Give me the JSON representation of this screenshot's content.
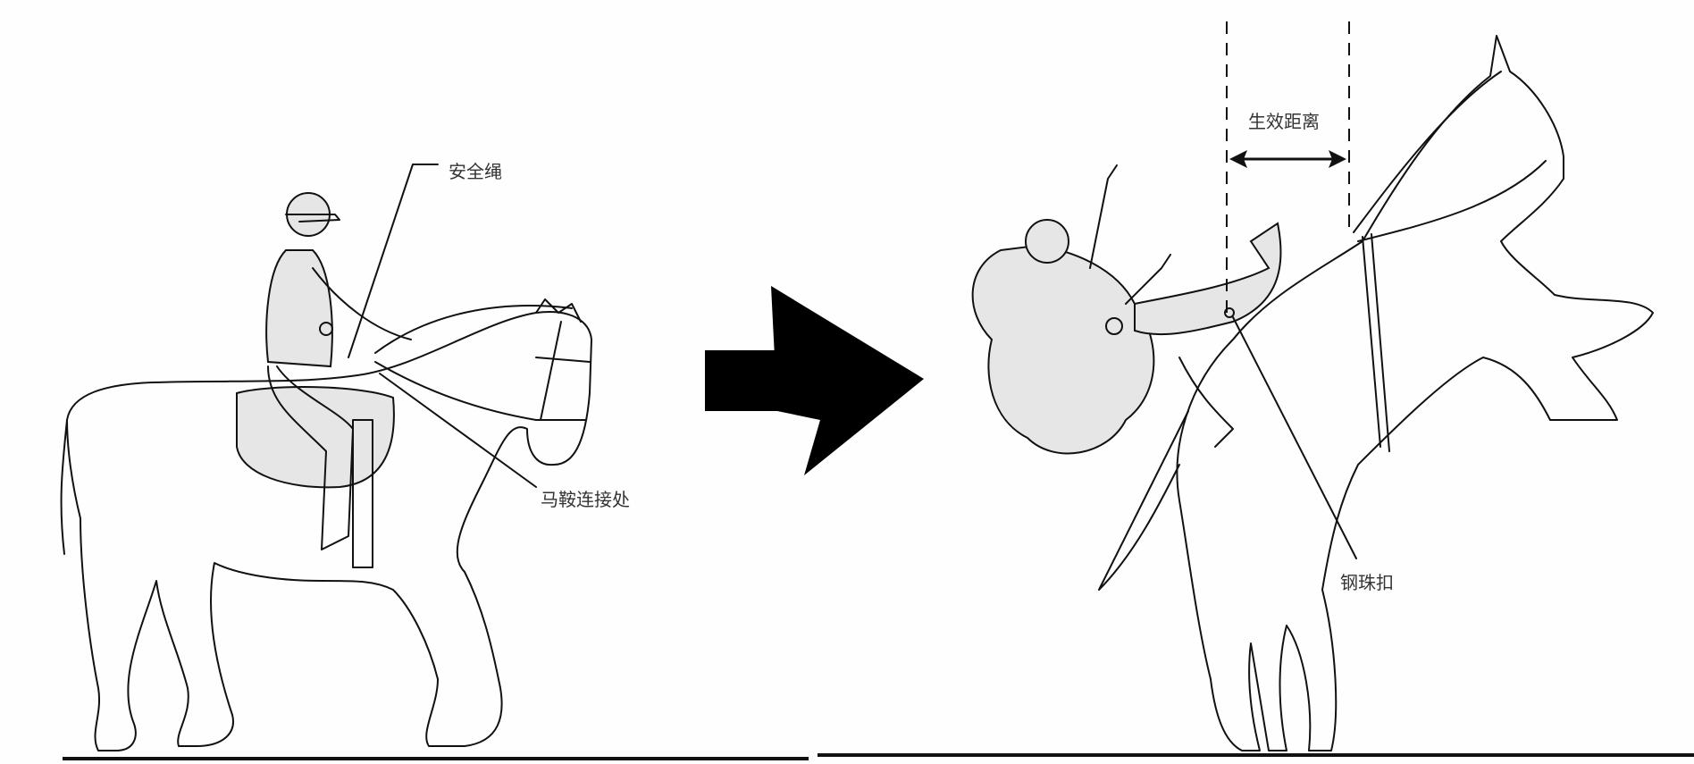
{
  "labels": {
    "safety_rope": "安全绳",
    "saddle_connection": "马鞍连接处",
    "effective_distance": "生效距离",
    "steel_ball_buckle": "钢珠扣"
  },
  "colors": {
    "line": "#111111",
    "airbag_fill": "#e6e6e6",
    "background": "#fefefe"
  }
}
